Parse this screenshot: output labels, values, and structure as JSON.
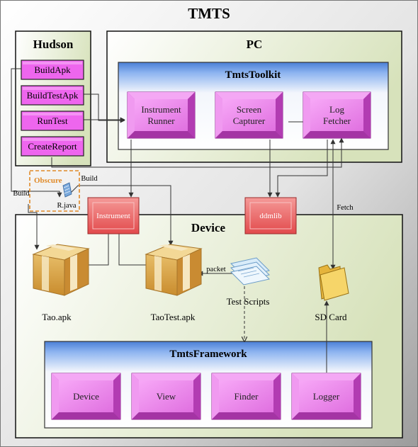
{
  "title": "TMTS",
  "hudson": {
    "title": "Hudson",
    "buttons": [
      "BuildApk",
      "BuildTestApk",
      "RunTest",
      "CreateReport"
    ]
  },
  "pc": {
    "title": "PC"
  },
  "toolkit": {
    "title": "TmtsToolkit",
    "components": [
      [
        "Instrument",
        "Runner"
      ],
      [
        "Screen",
        "Capturer"
      ],
      [
        "Log",
        "Fetcher"
      ]
    ]
  },
  "obscure": {
    "title": "Obscure",
    "file": "R.java"
  },
  "bridges": {
    "instrument": "Instrument",
    "ddmlib": "ddmlib"
  },
  "device": {
    "title": "Device",
    "tao_apk": "Tao.apk",
    "taotest_apk": "TaoTest.apk",
    "test_scripts": "Test Scripts",
    "sd_card": "SD Card"
  },
  "framework": {
    "title": "TmtsFramework",
    "components": [
      "Device",
      "View",
      "Finder",
      "Logger"
    ]
  },
  "edge_labels": {
    "build_left": "Build",
    "build_obscure": "Build",
    "packet": "packet",
    "fetch": "Fetch"
  },
  "colors": {
    "magenta": "#ee66ee",
    "red": "#e84c50",
    "blue": "#5a90e0",
    "olive_panel": "#e3e9cf",
    "obscure_orange": "#e08a28",
    "folder_yellow": "#f4cf55",
    "box_tan": "#e2b25a"
  }
}
